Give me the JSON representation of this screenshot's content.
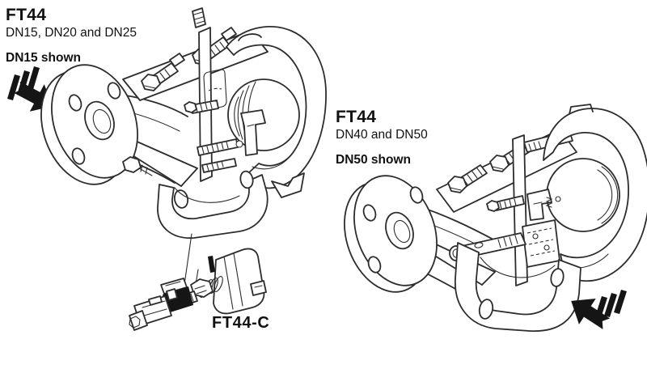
{
  "page": {
    "background": "#ffffff",
    "line_color": "#2d2d2d",
    "text_color": "#111111"
  },
  "blocks": {
    "dn15": {
      "title": "FT44",
      "sizes": "DN15, DN20 and DN25",
      "shown": "DN15 shown"
    },
    "dn50": {
      "title": "FT44",
      "sizes": "DN40 and DN50",
      "shown": "DN50 shown"
    },
    "component": {
      "label": "FT44-C"
    }
  },
  "icons": {
    "flow_in_dn15": "flow-arrow-right-icon",
    "flow_in_dn50": "flow-arrow-left-icon"
  }
}
